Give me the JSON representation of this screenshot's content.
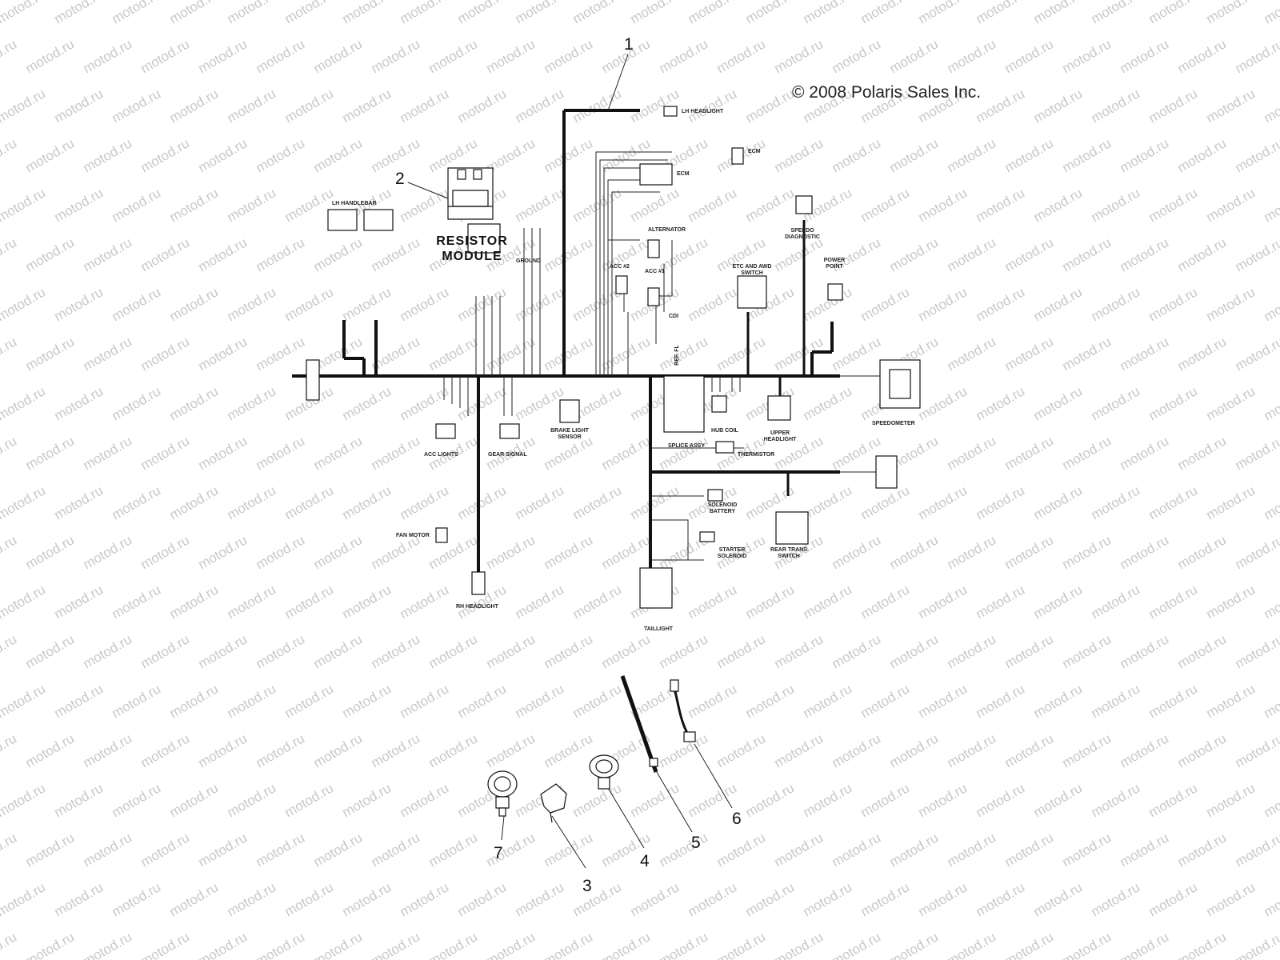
{
  "copyright": "© 2008 Polaris Sales Inc.",
  "resistor_module": {
    "line1": "RESISTOR",
    "line2": "MODULE"
  },
  "callouts": [
    "1",
    "2",
    "3",
    "4",
    "5",
    "6",
    "7"
  ],
  "components": {
    "lh_headlight": "LH HEADLIGHT",
    "ecm1": "ECM",
    "ecm2": "ECM",
    "alternator": "ALTERNATOR",
    "acc2": "ACC #2",
    "acc1": "ACC #1",
    "lh_handlebar": "LH HANDLEBAR",
    "ground": "GROUND",
    "etc_awd": "ETC AND AWD SWITCH",
    "speedo_diag": "SPEEDO DIAGNOSTIC",
    "power_point": "POWER POINT",
    "brake_light_sensor": "BRAKE LIGHT SENSOR",
    "acc_lights": "ACC LIGHTS",
    "gear_signal": "GEAR SIGNAL",
    "hub_coil": "HUB COIL",
    "upper_headlight": "UPPER HEADLIGHT",
    "speedometer": "SPEEDOMETER",
    "splice": "SPLICE ASSY",
    "thermistor": "THERMISTOR",
    "solenoid_battery": "SOLENOID BATTERY",
    "starter_solenoid": "STARTER SOLENOID",
    "rear_trans_switch": "REAR TRANS SWITCH",
    "fan_motor": "FAN MOTOR",
    "rh_headlight": "RH HEADLIGHT",
    "taillight": "TAILLIGHT",
    "cdi": "CDI",
    "ref_fl": "REF. FL"
  },
  "watermark": "motod.ru"
}
